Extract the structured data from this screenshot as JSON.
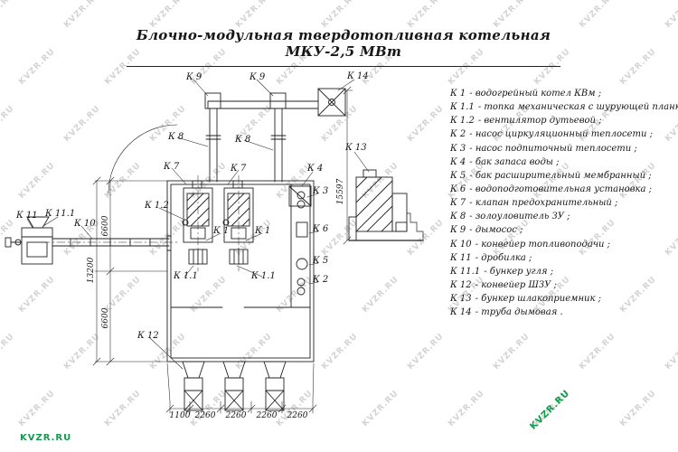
{
  "title": "Блочно-модульная твердотопливная котельная МКУ-2,5 МВт",
  "watermark": {
    "tile_text": "KVZR.RU",
    "badge_text": "KVZR.RU"
  },
  "legend": {
    "items": [
      {
        "code": "К 1",
        "desc": "-  водогрейный котел КВм ;"
      },
      {
        "code": "К 1.1",
        "desc": "-  топка механическая с шурующей планкой ;"
      },
      {
        "code": "К 1.2",
        "desc": "-  вентилятор дутьевой ;"
      },
      {
        "code": "К 2",
        "desc": "-  насос циркуляционный теплосети ;"
      },
      {
        "code": "К 3",
        "desc": "-  насос подпиточный теплосети ;"
      },
      {
        "code": "К 4",
        "desc": "-  бак запаса воды ;"
      },
      {
        "code": "К 5",
        "desc": "-  бак расширительный мембранный ;"
      },
      {
        "code": "К 6",
        "desc": "-  водоподготовительная установка ;"
      },
      {
        "code": "К 7",
        "desc": "-  клапан предохранительный ;"
      },
      {
        "code": "К 8",
        "desc": "-  золоуловитель ЗУ ;"
      },
      {
        "code": "К 9",
        "desc": "-  дымосос ;"
      },
      {
        "code": "К 10",
        "desc": "-  конвейер топливоподачи ;"
      },
      {
        "code": "К 11",
        "desc": "-  дробилка ;"
      },
      {
        "code": "К 11.1",
        "desc": "-  бункер угля ;"
      },
      {
        "code": "К 12",
        "desc": "-  конвейер ШЗУ ;"
      },
      {
        "code": "К 13",
        "desc": "-  бункер шлакоприемник ;"
      },
      {
        "code": "К 14",
        "desc": "-  труба дымовая ."
      }
    ]
  },
  "drawing": {
    "labels": [
      "К 9",
      "К 9",
      "К 14",
      "К 8",
      "К 8",
      "К 7",
      "К 7",
      "К 4",
      "К 13",
      "К 3",
      "К 1.2",
      "К 1",
      "К 1",
      "К 6",
      "К 5",
      "К 2",
      "К 1.1",
      "К 1.1",
      "К 11",
      "К 11.1",
      "К 10",
      "К 12"
    ],
    "dimensions": {
      "left_upper": "6600",
      "left_total": "13200",
      "left_lower": "6600",
      "stack_height": "15597",
      "bottom": [
        "1100",
        "2260",
        "2260",
        "2260",
        "2260"
      ]
    }
  }
}
